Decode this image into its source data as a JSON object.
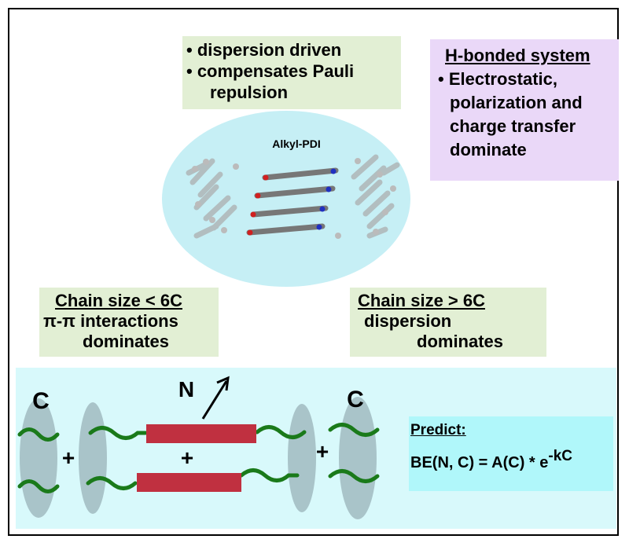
{
  "molecule_label": "Alkyl-PDI",
  "dispersion_box": {
    "line1": "• dispersion driven",
    "line2": "• compensates Pauli",
    "line3": "repulsion"
  },
  "hbond_box": {
    "title": "H-bonded system",
    "line1": "• Electrostatic,",
    "line2": "polarization and",
    "line3": "charge transfer",
    "line4": "dominate"
  },
  "chain_lt_box": {
    "title": "Chain size < 6C",
    "line1": "π-π interactions",
    "line2": "dominates"
  },
  "chain_gt_box": {
    "title": "Chain size > 6C",
    "line1": "dispersion",
    "line2": "dominates"
  },
  "schematic": {
    "c_left": "C",
    "c_right": "C",
    "n_label": "N",
    "plus": "+"
  },
  "predict": {
    "label": "Predict:",
    "formula": "BE(N, C) = A(C) * e",
    "exponent": "-kC"
  },
  "colors": {
    "green_box": "#e2efd4",
    "purple_box": "#ead8f8",
    "ellipse": "#c6eff5",
    "panel": "#d8f9fb",
    "predict_box": "#b0f7fa",
    "core_bar": "#c03040",
    "alkyl_chain": "#1a7a1a",
    "disc": "#a9c4c9"
  }
}
